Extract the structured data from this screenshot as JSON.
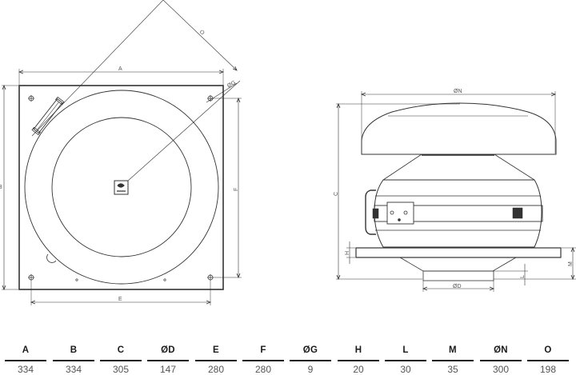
{
  "drawing": {
    "top_view": {
      "dimension_labels": {
        "A": "A",
        "B": "B",
        "E": "E",
        "F": "F",
        "O": "O",
        "G": "ØG"
      }
    },
    "side_view": {
      "dimension_labels": {
        "N": "ØN",
        "C": "C",
        "D": "ØD",
        "H": "H",
        "M": "M",
        "L": "L"
      }
    }
  },
  "dimensions_table": {
    "columns": [
      {
        "label": "A",
        "value": "334"
      },
      {
        "label": "B",
        "value": "334"
      },
      {
        "label": "C",
        "value": "305"
      },
      {
        "label": "ØD",
        "value": "147"
      },
      {
        "label": "E",
        "value": "280"
      },
      {
        "label": "F",
        "value": "280"
      },
      {
        "label": "ØG",
        "value": "9"
      },
      {
        "label": "H",
        "value": "20"
      },
      {
        "label": "L",
        "value": "30"
      },
      {
        "label": "M",
        "value": "35"
      },
      {
        "label": "ØN",
        "value": "300"
      },
      {
        "label": "O",
        "value": "198"
      }
    ]
  }
}
